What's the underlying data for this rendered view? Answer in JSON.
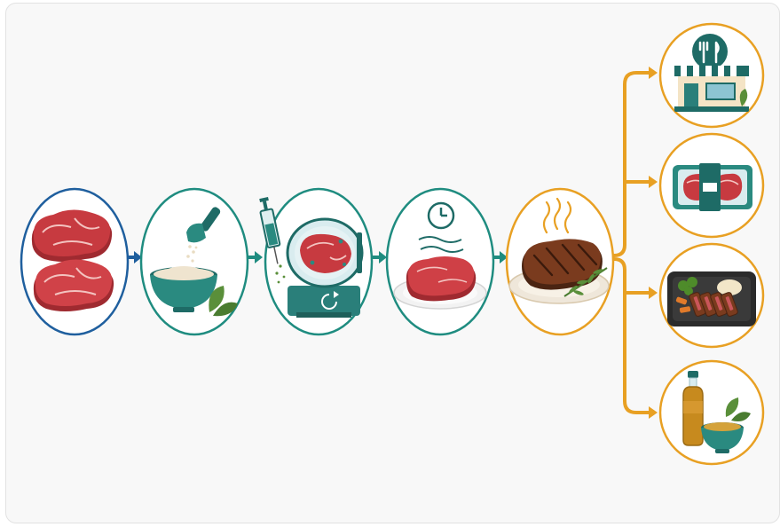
{
  "colors": {
    "raw_stage": "#1f5f9e",
    "process_stage": "#1f8c80",
    "output_stage": "#e8a023",
    "meat_red": "#c73a40",
    "meat_fat": "#f3c3c0",
    "teal_dark": "#1e6b66",
    "cooked_brown": "#6b3620",
    "leaf_green": "#5a8f3a",
    "card_bg": "#f8f8f8"
  },
  "stages": [
    {
      "id": "raw-meat",
      "icon": "raw-steaks-icon",
      "color_key": "raw_stage"
    },
    {
      "id": "seasoning",
      "icon": "seasoning-bowl-icon",
      "color_key": "process_stage"
    },
    {
      "id": "marinating",
      "icon": "injector-tumbler-icon",
      "color_key": "process_stage"
    },
    {
      "id": "resting",
      "icon": "resting-steak-clock-icon",
      "color_key": "process_stage"
    },
    {
      "id": "cooked",
      "icon": "cooked-steak-icon",
      "color_key": "output_stage"
    }
  ],
  "outputs": [
    {
      "id": "restaurant",
      "icon": "restaurant-storefront-icon"
    },
    {
      "id": "retail-pack",
      "icon": "packaged-meat-tray-icon"
    },
    {
      "id": "ready-meal",
      "icon": "ready-meal-tray-icon"
    },
    {
      "id": "sauce",
      "icon": "sauce-bottle-bowl-icon"
    }
  ]
}
